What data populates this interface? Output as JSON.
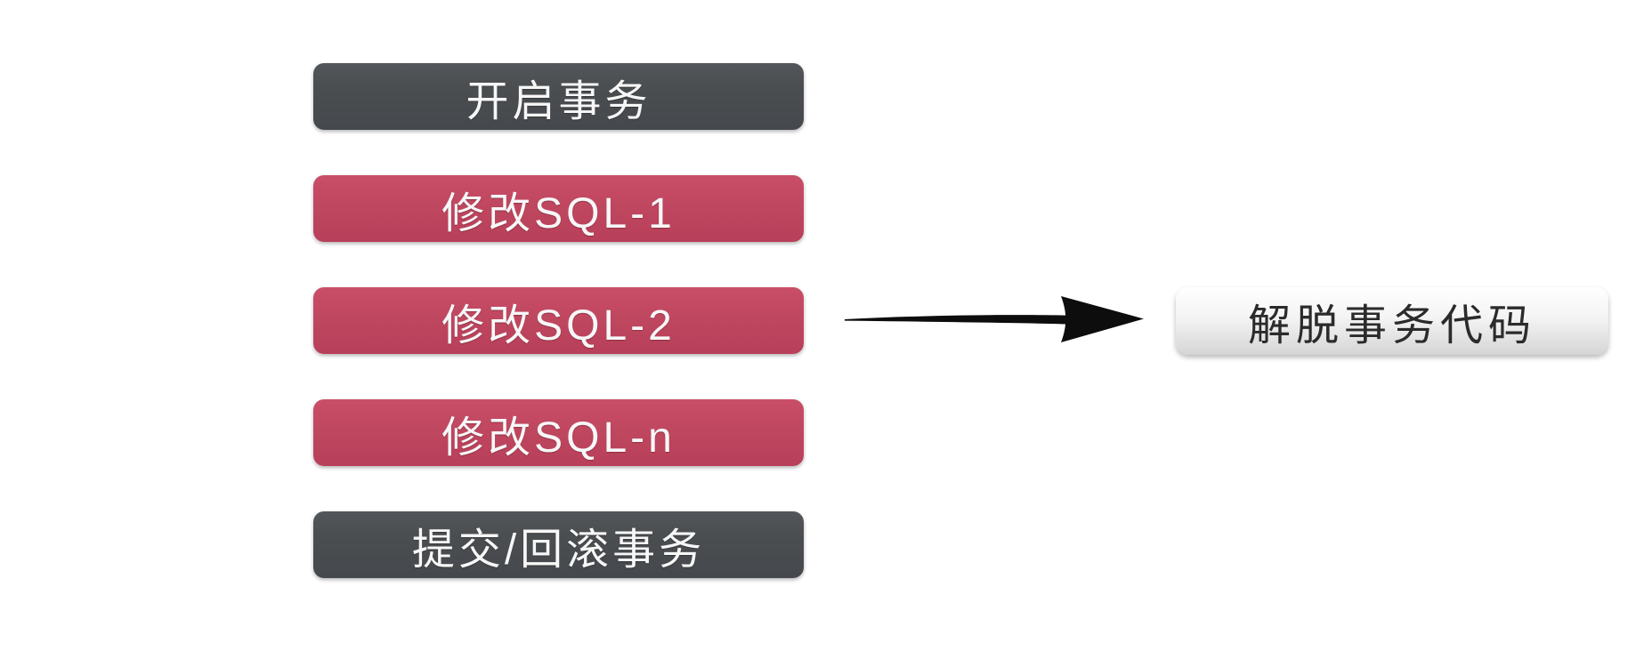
{
  "diagram": {
    "title_hint": "transaction-flow",
    "colors": {
      "background": "#ffffff",
      "dark_box": "#4b4e51",
      "red_box": "#c04760",
      "box_text": "#f7f7f7",
      "callout_bg_top": "#ffffff",
      "callout_bg_bottom": "#d5d5d5",
      "callout_text": "#2b2b2b",
      "arrow": "#0d0d0d"
    },
    "steps": [
      {
        "label": "开启事务",
        "type": "dark"
      },
      {
        "label": "修改SQL-1",
        "type": "red"
      },
      {
        "label": "修改SQL-2",
        "type": "red"
      },
      {
        "label": "修改SQL-n",
        "type": "red"
      },
      {
        "label": "提交/回滚事务",
        "type": "dark"
      }
    ],
    "callout": {
      "label": "解脱事务代码"
    }
  }
}
